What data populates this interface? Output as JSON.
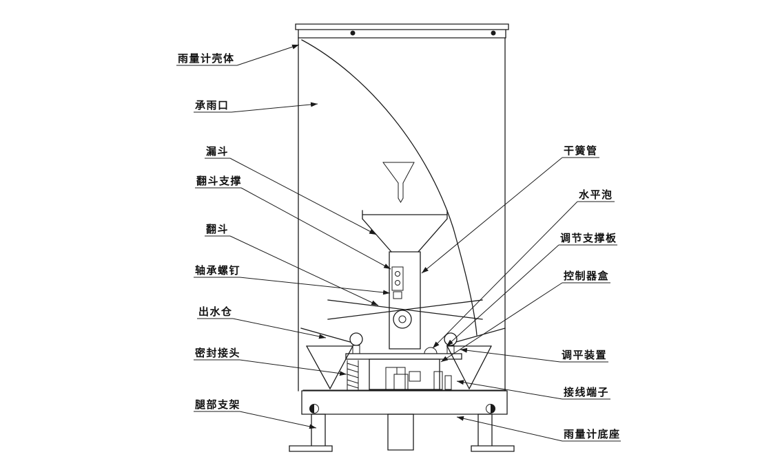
{
  "figure": {
    "kind": "engineering line drawing",
    "device": "tipping-bucket rain gauge cross-section"
  },
  "colors": {
    "line": "#1a1a1a",
    "background": "#ffffff"
  },
  "labels": {
    "left": [
      {
        "id": "housing",
        "text": "雨量计壳体"
      },
      {
        "id": "rain-inlet",
        "text": "承雨口"
      },
      {
        "id": "funnel",
        "text": "漏斗"
      },
      {
        "id": "bucket-support",
        "text": "翻斗支撑"
      },
      {
        "id": "tipping-bucket",
        "text": "翻斗"
      },
      {
        "id": "bearing-screw",
        "text": "轴承螺钉"
      },
      {
        "id": "outlet-chamber",
        "text": "出水仓"
      },
      {
        "id": "sealed-joint",
        "text": "密封接头"
      },
      {
        "id": "leg-bracket",
        "text": "腿部支架"
      }
    ],
    "right": [
      {
        "id": "reed-switch",
        "text": "干簧管"
      },
      {
        "id": "level-bubble",
        "text": "水平泡"
      },
      {
        "id": "adjust-plate",
        "text": "调节支撑板"
      },
      {
        "id": "controller-box",
        "text": "控制器盒"
      },
      {
        "id": "leveling-device",
        "text": "调平装置"
      },
      {
        "id": "terminal",
        "text": "接线端子"
      },
      {
        "id": "gauge-base",
        "text": "雨量计底座"
      }
    ]
  }
}
